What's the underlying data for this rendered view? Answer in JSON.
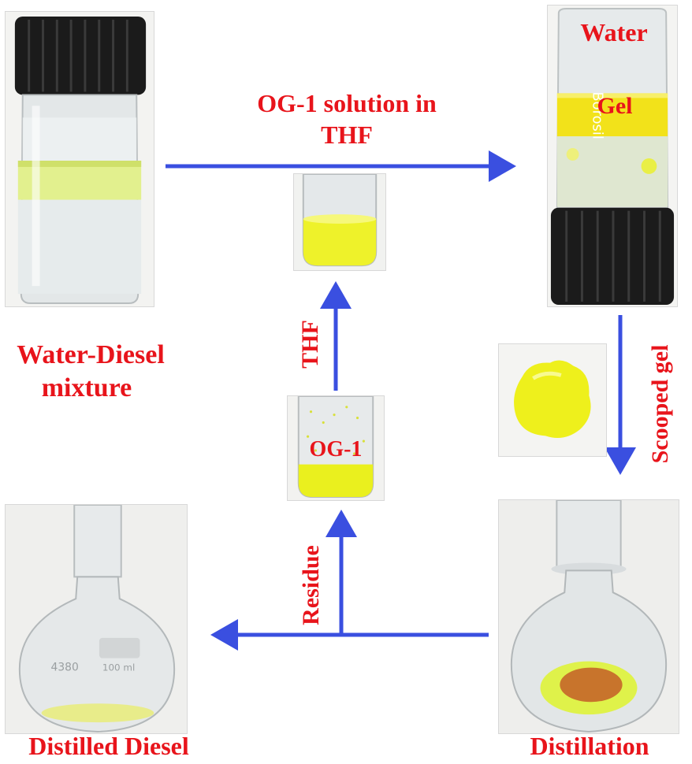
{
  "labels": {
    "reagent_line1": "OG-1 solution in",
    "reagent_line2": "THF",
    "water": "Water",
    "gel": "Gel",
    "mixture_line1": "Water-Diesel",
    "mixture_line2": "mixture",
    "scooped_gel": "Scooped gel",
    "thf": "THF",
    "og1": "OG-1",
    "residue": "Residue",
    "distillation": "Distillation",
    "distilled_diesel": "Distilled Diesel"
  },
  "bottle_text": "Borosil",
  "flask_text": {
    "left": "4380",
    "right": "100 ml"
  },
  "colors": {
    "label_red": "#e8141b",
    "arrow_blue": "#3a4fe0",
    "gel_yellow": "#f2e21a",
    "pale_yellow": "#e9f28a",
    "cap_black": "#1b1b1b"
  }
}
